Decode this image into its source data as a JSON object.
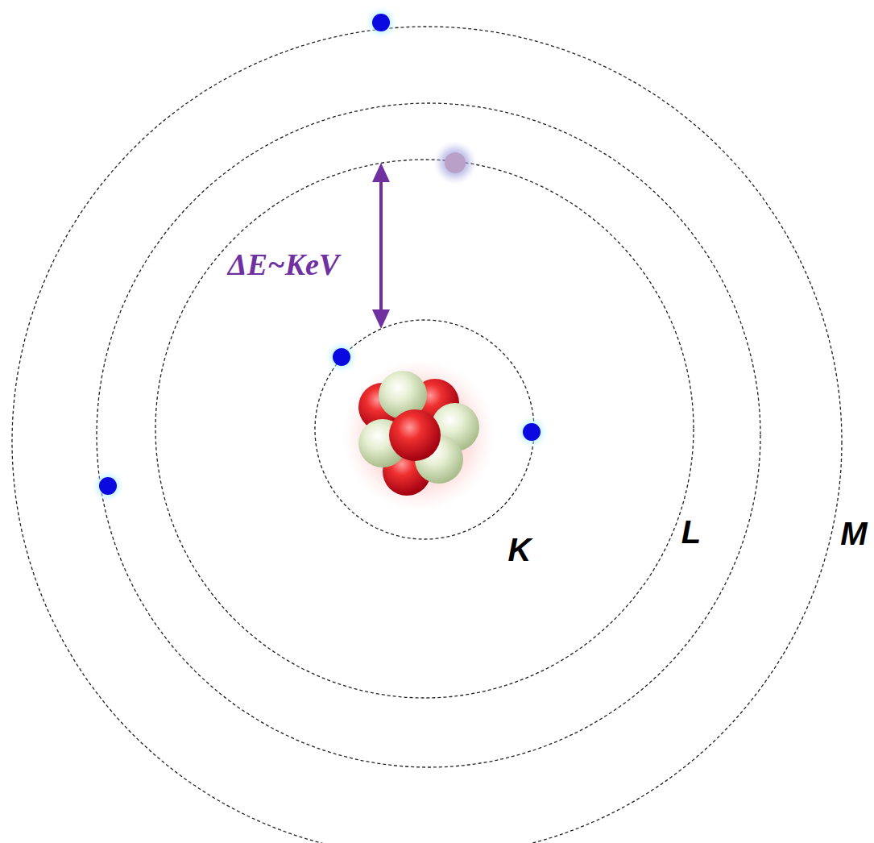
{
  "diagram": {
    "labels": [
      "ΔE~KeV",
      "K",
      "L",
      "M"
    ]
  }
}
